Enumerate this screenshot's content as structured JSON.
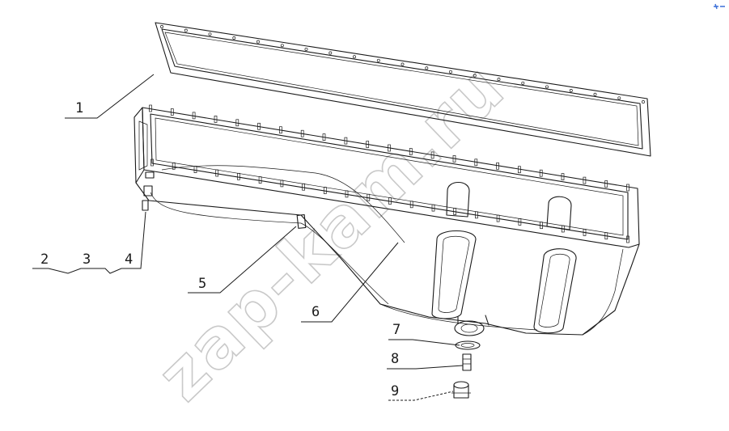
{
  "callouts": [
    {
      "id": "1",
      "label": "1"
    },
    {
      "id": "2",
      "label": "2"
    },
    {
      "id": "3",
      "label": "3"
    },
    {
      "id": "4",
      "label": "4"
    },
    {
      "id": "5",
      "label": "5"
    },
    {
      "id": "6",
      "label": "6"
    },
    {
      "id": "7",
      "label": "7"
    },
    {
      "id": "8",
      "label": "8"
    },
    {
      "id": "9",
      "label": "9"
    }
  ],
  "watermark": "zap-kam.ru",
  "corner_mark_color": "#3a6fd8"
}
